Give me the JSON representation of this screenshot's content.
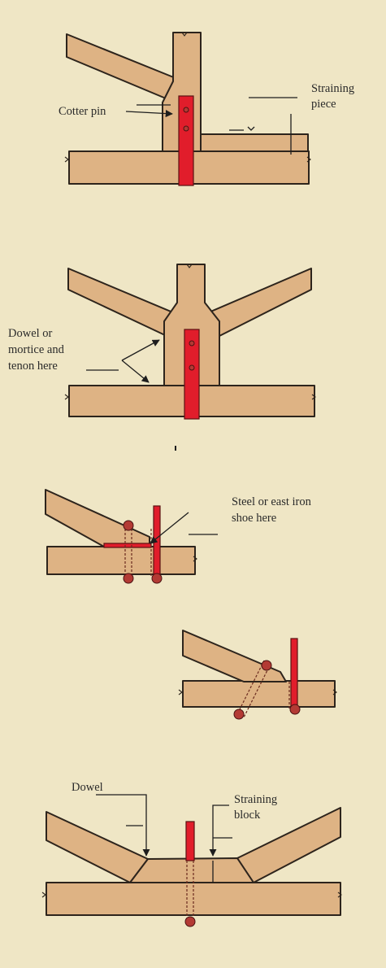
{
  "labels": {
    "cotter_pin": "Cotter pin",
    "straining_piece_1": "Straining",
    "straining_piece_2": "piece",
    "dowel_mortice_1": "Dowel or",
    "dowel_mortice_2": "mortice and",
    "dowel_mortice_3": "tenon here",
    "steel_shoe_1": "Steel or east iron",
    "steel_shoe_2": "shoe here",
    "dowel": "Dowel",
    "straining_block_1": "Straining",
    "straining_block_2": "block"
  },
  "colors": {
    "background": "#efe6c5",
    "timber": "#deb384",
    "outline": "#2d241c",
    "steel_strap": "#e11d2b",
    "bolt_nut": "#b33a34"
  },
  "icons": {
    "break_mark": "break-mark-icon",
    "arrow": "arrow-icon"
  }
}
